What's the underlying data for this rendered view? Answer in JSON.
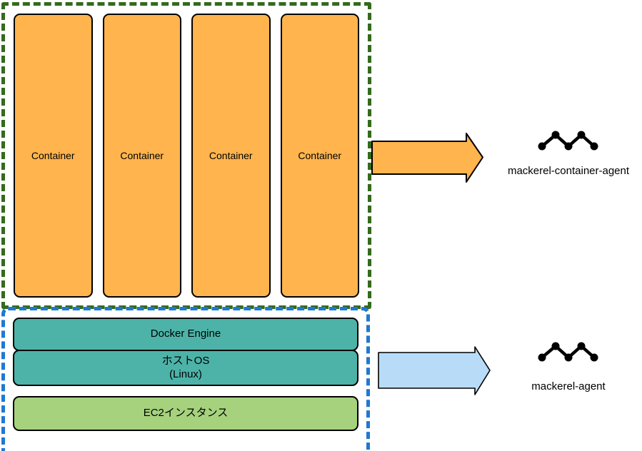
{
  "diagram": {
    "containers_group": {
      "items": [
        {
          "label": "Container"
        },
        {
          "label": "Container"
        },
        {
          "label": "Container"
        },
        {
          "label": "Container"
        }
      ]
    },
    "host_group": {
      "layers": [
        {
          "label": "Docker Engine",
          "sublabel": ""
        },
        {
          "label": "ホストOS",
          "sublabel": "(Linux)"
        },
        {
          "label": "EC2インスタンス",
          "sublabel": ""
        }
      ]
    },
    "agents": {
      "container_agent": {
        "label": "mackerel-container-agent"
      },
      "host_agent": {
        "label": "mackerel-agent"
      }
    }
  },
  "colors": {
    "background": "#FFFFFF",
    "container_fill": "#FFB44E",
    "containers_group_border": "#336B1C",
    "host_group_border": "#1F78D3",
    "teal_layer_fill": "#4DB3A8",
    "green_layer_fill": "#A6D27E",
    "top_arrow_fill": "#FFB44E",
    "bottom_arrow_fill": "#B8DCF8",
    "outline": "#000000",
    "logo": "#000000"
  }
}
